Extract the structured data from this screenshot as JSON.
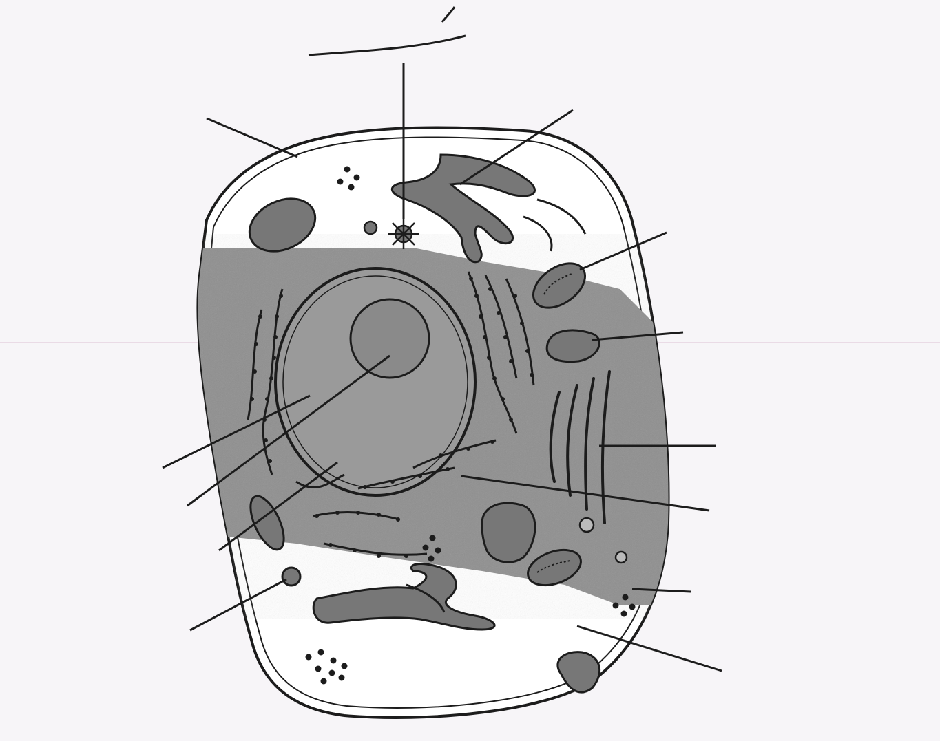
{
  "diagram": {
    "labels": [
      {
        "id": "cell-membrane",
        "text": ""
      },
      {
        "id": "centrosome-struck",
        "text": ""
      },
      {
        "id": "centriole",
        "text": ""
      },
      {
        "id": "smooth-er",
        "text": ""
      },
      {
        "id": "mitochondria",
        "text": ""
      },
      {
        "id": "vacuole",
        "text": ""
      },
      {
        "id": "golgi",
        "text": ""
      },
      {
        "id": "nucleus",
        "text": ""
      },
      {
        "id": "nucleolus",
        "text": ""
      },
      {
        "id": "nuclear-envelope",
        "text": ""
      },
      {
        "id": "rough-er",
        "text": ""
      },
      {
        "id": "ribosome",
        "text": ""
      },
      {
        "id": "lysosome",
        "text": ""
      },
      {
        "id": "cytoplasm",
        "text": ""
      },
      {
        "id": "bottom-left-fragment",
        "text": ""
      }
    ],
    "colors": {
      "paper": "#f7f5f8",
      "ink": "#1c1c1c",
      "cytoplasm_shading": "#8f8f8f",
      "organelle_fill": "#777777",
      "nucleus_fill": "#9a9a9a",
      "blue_ink": "#3d4ea0"
    }
  }
}
